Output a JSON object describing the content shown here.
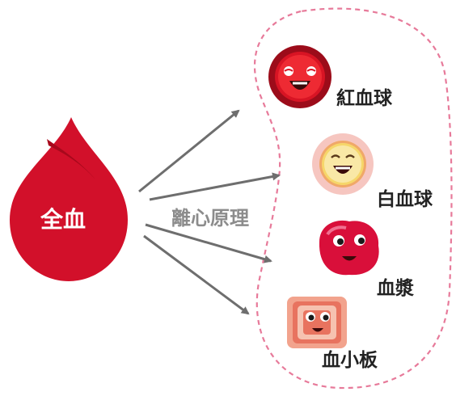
{
  "source_label": "全血",
  "process_label": "離心原理",
  "components": [
    {
      "label": "紅血球"
    },
    {
      "label": "白血球"
    },
    {
      "label": "血漿"
    },
    {
      "label": "血小板"
    }
  ],
  "colors": {
    "blood": "#d2102a",
    "arrow": "#6e6e6e",
    "dashed_outline": "#e77a9a",
    "process_text": "#8c8c8c",
    "label_text": "#222222"
  },
  "icons": [
    "blood-drop-icon",
    "red-blood-cell-icon",
    "white-blood-cell-icon",
    "plasma-icon",
    "platelet-icon"
  ]
}
